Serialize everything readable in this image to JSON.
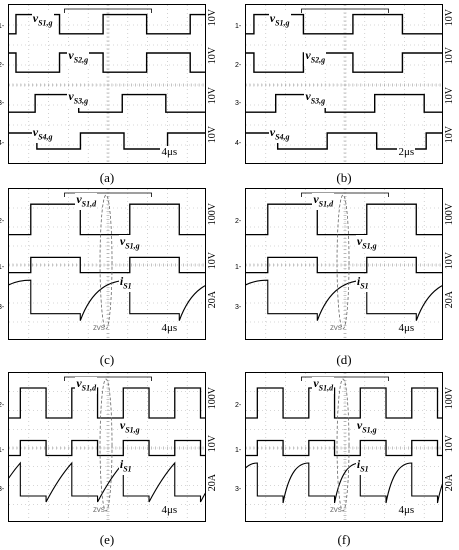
{
  "panels": [
    {
      "id": "a",
      "caption": "(a)",
      "timebase": "4μs",
      "labels": [
        {
          "sym": "v",
          "sub": "S1,g"
        },
        {
          "sym": "v",
          "sub": "S2,g"
        },
        {
          "sym": "v",
          "sub": "S3,g"
        },
        {
          "sym": "v",
          "sub": "S4,g"
        }
      ],
      "scales": [
        "10V",
        "10V",
        "10V",
        "10V"
      ],
      "channels": [
        "1-",
        "2-",
        "3-",
        "4-"
      ]
    },
    {
      "id": "b",
      "caption": "(b)",
      "timebase": "2μs",
      "labels": [
        {
          "sym": "v",
          "sub": "S1,g"
        },
        {
          "sym": "v",
          "sub": "S2,g"
        },
        {
          "sym": "v",
          "sub": "S3,g"
        },
        {
          "sym": "v",
          "sub": "S4,g"
        }
      ],
      "scales": [
        "10V",
        "10V",
        "10V",
        "10V"
      ],
      "channels": [
        "1-",
        "2-",
        "3-",
        "4-"
      ]
    },
    {
      "id": "c",
      "caption": "(c)",
      "timebase": "4μs",
      "zvs": "ZVS",
      "labels": [
        {
          "sym": "v",
          "sub": "S1,d"
        },
        {
          "sym": "v",
          "sub": "S1,g"
        },
        {
          "sym": "i",
          "sub": "S1"
        }
      ],
      "scales": [
        "100V",
        "10V",
        "20A"
      ],
      "channels": [
        "2-",
        "1-",
        "3-"
      ]
    },
    {
      "id": "d",
      "caption": "(d)",
      "timebase": "4μs",
      "zvs": "ZVS",
      "labels": [
        {
          "sym": "v",
          "sub": "S1,d"
        },
        {
          "sym": "v",
          "sub": "S1,g"
        },
        {
          "sym": "i",
          "sub": "S1"
        }
      ],
      "scales": [
        "100V",
        "10V",
        "20A"
      ],
      "channels": [
        "2-",
        "1-",
        "3-"
      ]
    },
    {
      "id": "e",
      "caption": "(e)",
      "timebase": "4μs",
      "zvs": "ZVS",
      "labels": [
        {
          "sym": "v",
          "sub": "S1,d"
        },
        {
          "sym": "v",
          "sub": "S1,g"
        },
        {
          "sym": "i",
          "sub": "S1"
        }
      ],
      "scales": [
        "100V",
        "10V",
        "20A"
      ],
      "channels": [
        "2-",
        "1-",
        "3-"
      ]
    },
    {
      "id": "f",
      "caption": "(f)",
      "timebase": "4μs",
      "zvs": "ZVS",
      "labels": [
        {
          "sym": "v",
          "sub": "S1,d"
        },
        {
          "sym": "v",
          "sub": "S1,g"
        },
        {
          "sym": "i",
          "sub": "S1"
        }
      ],
      "scales": [
        "100V",
        "10V",
        "20A"
      ],
      "channels": [
        "2-",
        "1-",
        "3-"
      ]
    }
  ]
}
